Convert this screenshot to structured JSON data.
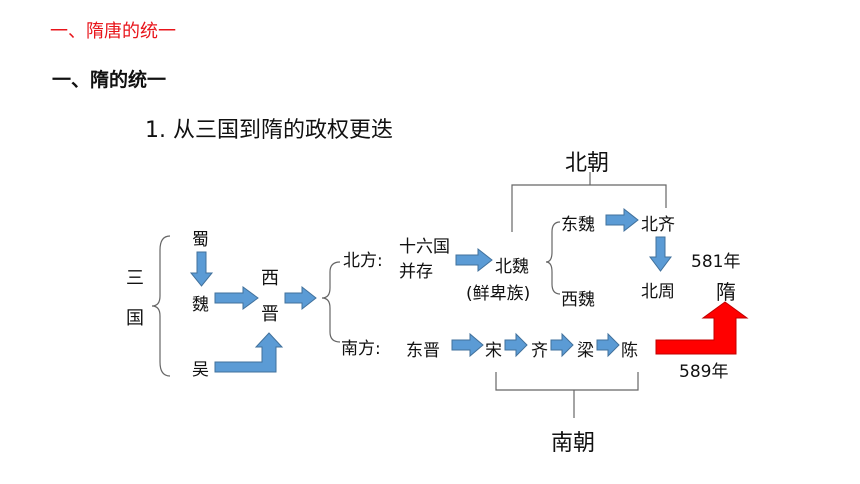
{
  "section_title": "一、隋唐的统一",
  "heading": "一、隋的统一",
  "subheading": "1. 从三国到隋的政权更迭",
  "three_kingdoms": {
    "label_1": "三",
    "label_2": "国",
    "shu": "蜀",
    "wei": "魏",
    "wu": "吴"
  },
  "jin": {
    "line1": "西",
    "line2": "晋"
  },
  "north": {
    "label": "北方:",
    "sixteen_line1": "十六国",
    "sixteen_line2": "并存",
    "northern_wei": "北魏",
    "northern_wei_note": "(鲜卑族)",
    "eastern_wei": "东魏",
    "western_wei": "西魏",
    "northern_qi": "北齐",
    "northern_zhou": "北周",
    "group_label": "北朝"
  },
  "south": {
    "label": "南方:",
    "eastern_jin": "东晋",
    "song": "宋",
    "qi": "齐",
    "liang": "梁",
    "chen": "陈",
    "group_label": "南朝"
  },
  "sui": {
    "label": "隋",
    "year_581": "581年",
    "year_589": "589年"
  },
  "colors": {
    "section": "#e8151b",
    "arrow_fill": "#5b9bd5",
    "arrow_stroke": "#41719c",
    "red_arrow": "#ff0000"
  }
}
